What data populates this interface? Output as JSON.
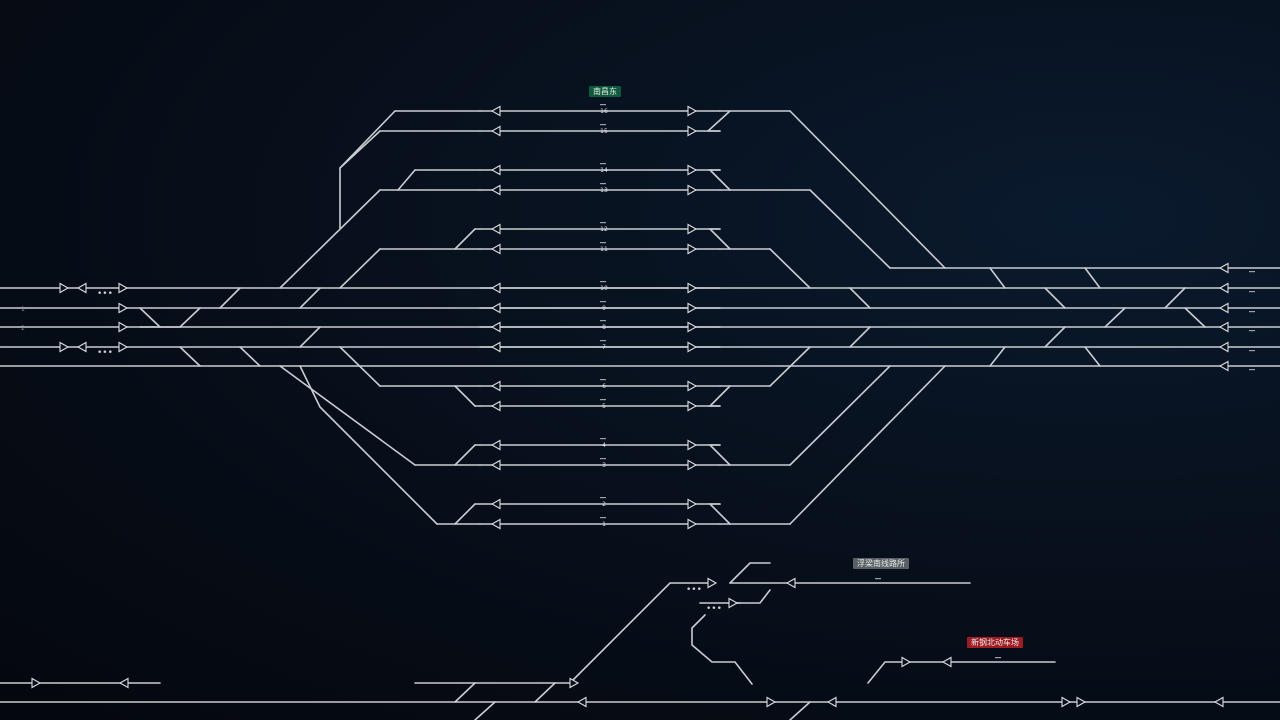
{
  "stations": {
    "main": {
      "label": "南昌东",
      "color": "#0f5a3c"
    },
    "depot_a": {
      "label": "浮梁南线路所",
      "color": "#5a5f66"
    },
    "depot_b": {
      "label": "新钢北动车场",
      "color": "#a01c24"
    }
  },
  "platforms": [
    "16",
    "15",
    "14",
    "13",
    "12",
    "11",
    "10",
    "9",
    "8",
    "7",
    "6",
    "5",
    "4",
    "3",
    "2",
    "1"
  ],
  "left_entries": [
    "1",
    "2"
  ],
  "colors": {
    "track": "#c9cdd2",
    "background": "#060b14"
  }
}
